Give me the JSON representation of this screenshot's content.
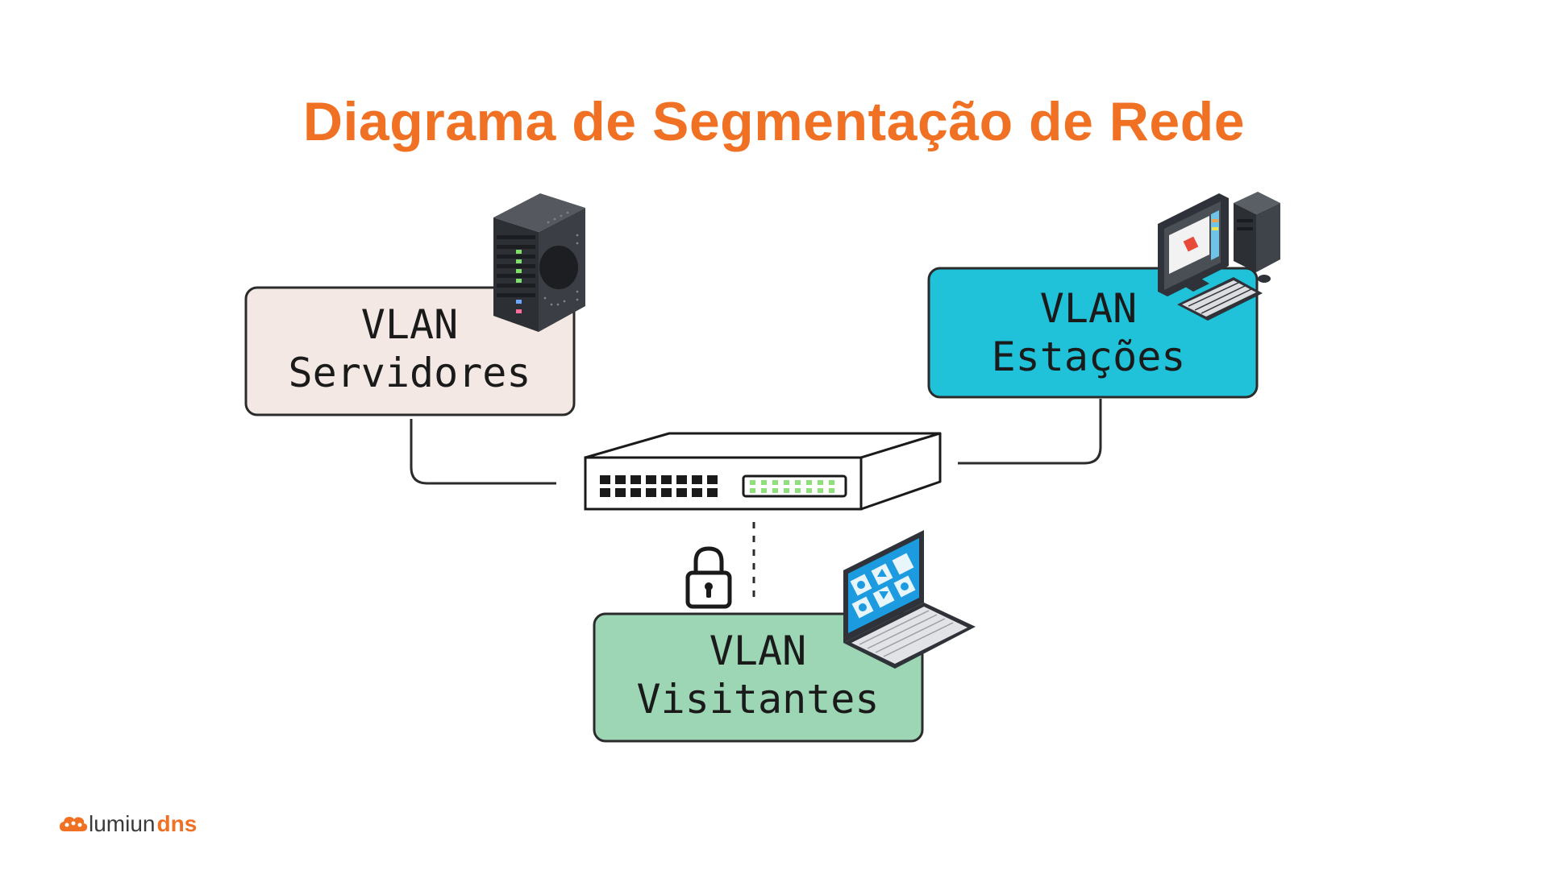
{
  "title": "Diagrama de Segmentação de Rede",
  "nodes": {
    "servidores": {
      "line1": "VLAN",
      "line2": "Servidores",
      "fill": "#f3e8e3"
    },
    "estacoes": {
      "line1": "VLAN",
      "line2": "Estações",
      "fill": "#1fc2d8"
    },
    "visitantes": {
      "line1": "VLAN",
      "line2": "Visitantes",
      "fill": "#9dd6b5"
    }
  },
  "logo": {
    "part1": "lumiun",
    "part2": "dns"
  },
  "colors": {
    "accent": "#f07123",
    "stroke": "#2b2b2b",
    "switch_led": "#8fe07a"
  },
  "icons": [
    "server-tower-icon",
    "desktop-computer-icon",
    "laptop-icon",
    "network-switch-icon",
    "padlock-icon",
    "cloud-logo-icon"
  ]
}
